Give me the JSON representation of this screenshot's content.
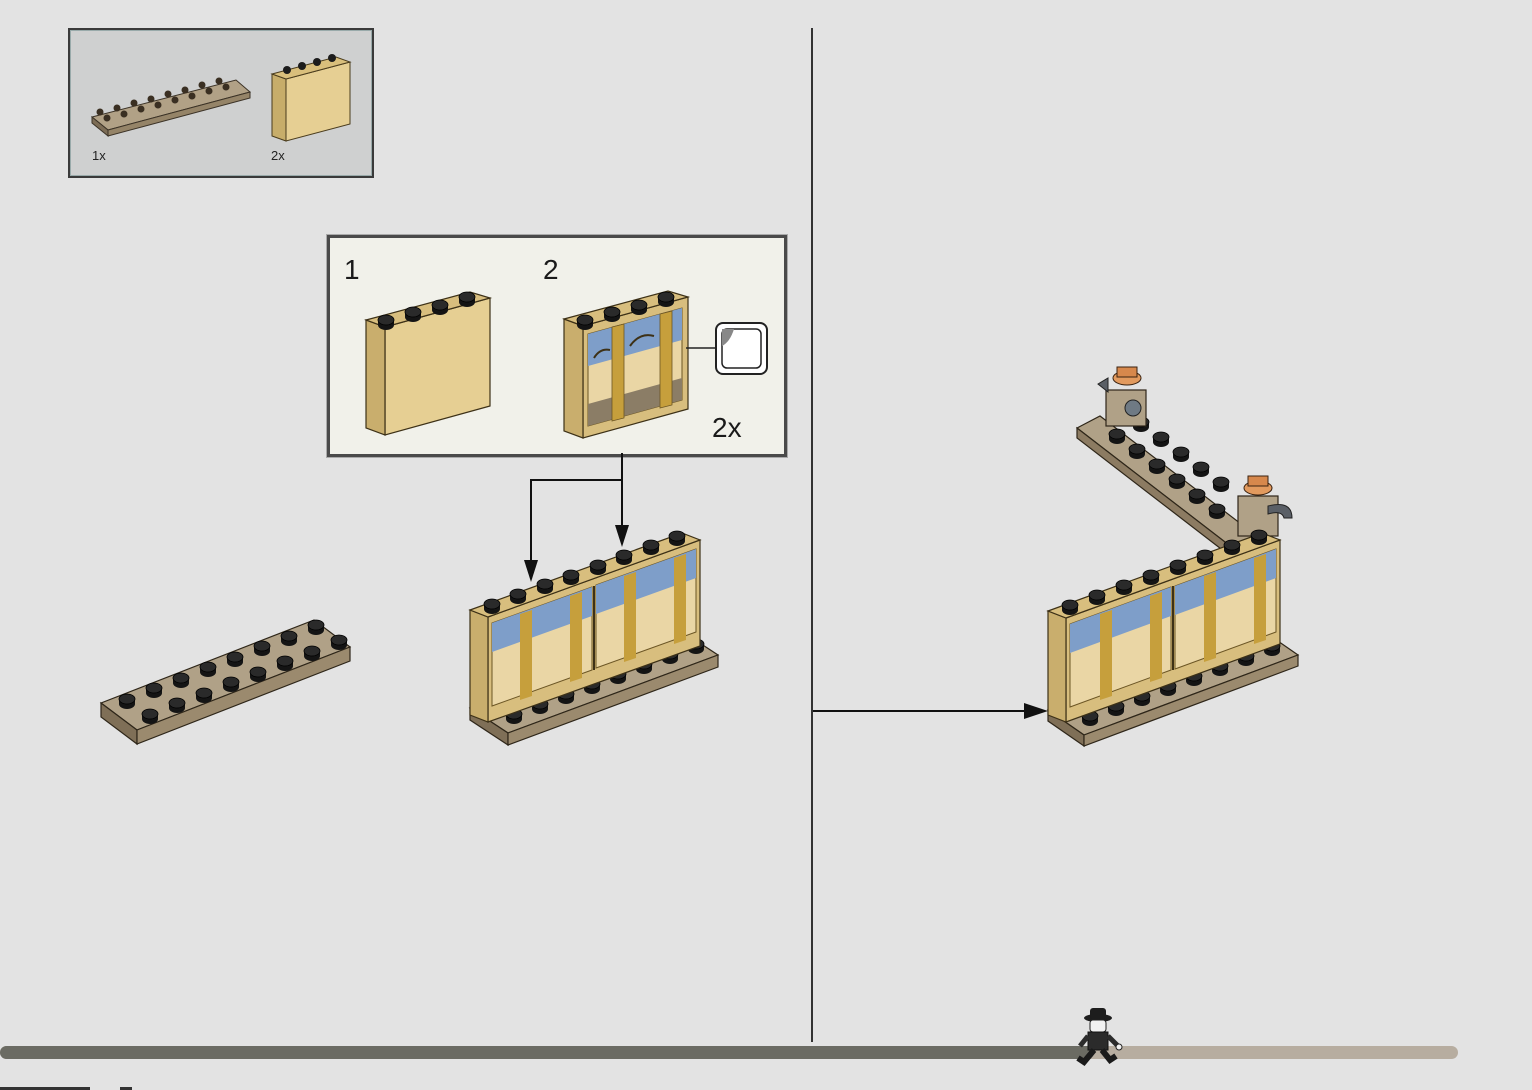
{
  "parts_list": {
    "items": [
      {
        "icon": "dark-tan-plate-2x8-icon",
        "quantity": "1x"
      },
      {
        "icon": "tan-panel-1x4x3-icon",
        "quantity": "2x"
      }
    ]
  },
  "sub_steps": {
    "step1_number": "1",
    "step2_number": "2",
    "step2_quantity": "2x",
    "sticker_icon": "sticker-icon"
  },
  "colors": {
    "page_background": "#e3e3e3",
    "tan": "#e0c989",
    "dark_tan": "#a9987c",
    "progress_dark": "#6b6b63",
    "progress_light": "#b7ada0"
  },
  "progress": {
    "fraction": 0.75,
    "icon": "minifigure-runner-icon"
  }
}
